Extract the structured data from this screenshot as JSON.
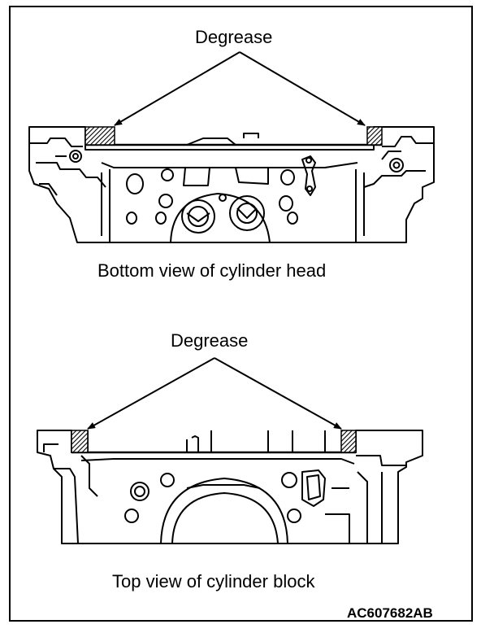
{
  "labels": {
    "degrease_top": "Degrease",
    "head_caption": "Bottom view of cylinder head",
    "degrease_bottom": "Degrease",
    "block_caption": "Top view of cylinder block",
    "ref_code": "AC607682AB"
  },
  "colors": {
    "line": "#000000",
    "background": "#ffffff"
  }
}
